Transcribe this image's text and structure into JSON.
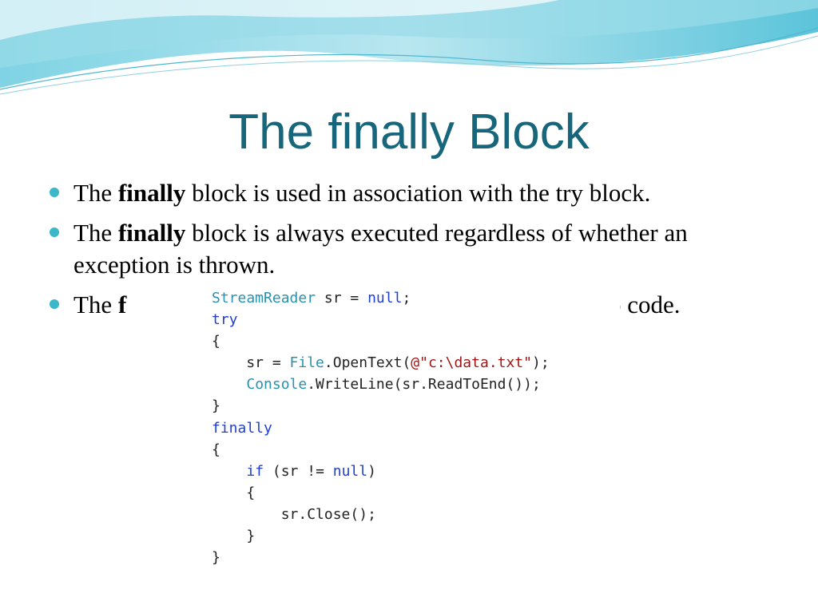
{
  "slide": {
    "title": "The finally Block",
    "bullets": [
      {
        "before": "The ",
        "bold": "finally",
        "after": " block is used in association with the try block."
      },
      {
        "before": "The ",
        "bold": "finally",
        "after": " block is always executed regardless of whether an exception is thrown."
      },
      {
        "before": "The ",
        "bold": "f",
        "after": "",
        "hidden_tail": "p code."
      }
    ]
  },
  "code": {
    "lines": [
      [
        {
          "t": "StreamReader",
          "c": "ty"
        },
        {
          "t": " sr = ",
          "c": ""
        },
        {
          "t": "null",
          "c": "kw"
        },
        {
          "t": ";",
          "c": ""
        }
      ],
      [
        {
          "t": "try",
          "c": "kw"
        }
      ],
      [
        {
          "t": "{",
          "c": ""
        }
      ],
      [
        {
          "t": "    sr = ",
          "c": ""
        },
        {
          "t": "File",
          "c": "ty"
        },
        {
          "t": ".OpenText(",
          "c": ""
        },
        {
          "t": "@\"c:\\data.txt\"",
          "c": "st"
        },
        {
          "t": ");",
          "c": ""
        }
      ],
      [
        {
          "t": "    ",
          "c": ""
        },
        {
          "t": "Console",
          "c": "ty"
        },
        {
          "t": ".WriteLine(sr.ReadToEnd());",
          "c": ""
        }
      ],
      [
        {
          "t": "}",
          "c": ""
        }
      ],
      [
        {
          "t": "finally",
          "c": "kw"
        }
      ],
      [
        {
          "t": "{",
          "c": ""
        }
      ],
      [
        {
          "t": "    ",
          "c": ""
        },
        {
          "t": "if",
          "c": "kw"
        },
        {
          "t": " (sr != ",
          "c": ""
        },
        {
          "t": "null",
          "c": "kw"
        },
        {
          "t": ")",
          "c": ""
        }
      ],
      [
        {
          "t": "    {",
          "c": ""
        }
      ],
      [
        {
          "t": "        sr.Close();",
          "c": ""
        }
      ],
      [
        {
          "t": "    }",
          "c": ""
        }
      ],
      [
        {
          "t": "}",
          "c": ""
        }
      ]
    ]
  },
  "colors": {
    "title": "#17667c",
    "bullet_dot": "#3ab7c8",
    "keyword": "#1f3fd0",
    "type": "#2b91af",
    "string": "#a31515"
  }
}
